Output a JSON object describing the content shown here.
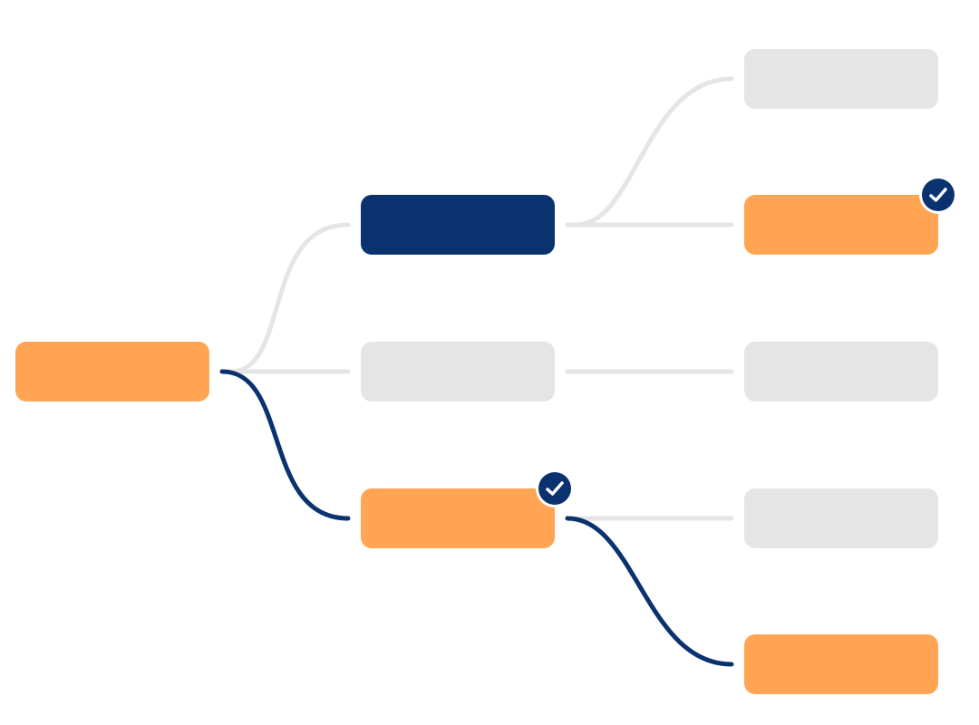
{
  "colors": {
    "orange": "#FFA553",
    "navy": "#0A326E",
    "gray": "#E5E5E5",
    "connector_gray": "#E5E5E5",
    "check_mark": "#FFFFFF"
  },
  "nodes": [
    {
      "id": "root",
      "level": 0,
      "row": 2,
      "state": "orange",
      "check": false
    },
    {
      "id": "l1-top",
      "level": 1,
      "row": 1,
      "state": "navy",
      "check": false
    },
    {
      "id": "l1-mid",
      "level": 1,
      "row": 2,
      "state": "gray",
      "check": false
    },
    {
      "id": "l1-low",
      "level": 1,
      "row": 3,
      "state": "orange",
      "check": true
    },
    {
      "id": "l2-row0",
      "level": 2,
      "row": 0,
      "state": "gray",
      "check": false
    },
    {
      "id": "l2-row1",
      "level": 2,
      "row": 1,
      "state": "orange",
      "check": true
    },
    {
      "id": "l2-row2",
      "level": 2,
      "row": 2,
      "state": "gray",
      "check": false
    },
    {
      "id": "l2-row3",
      "level": 2,
      "row": 3,
      "state": "gray",
      "check": false
    },
    {
      "id": "l2-row4",
      "level": 2,
      "row": 4,
      "state": "orange",
      "check": false
    }
  ],
  "edges": [
    {
      "from": "root",
      "to": "l1-top",
      "active": false
    },
    {
      "from": "root",
      "to": "l1-mid",
      "active": false
    },
    {
      "from": "l1-top",
      "to": "l2-row0",
      "active": false
    },
    {
      "from": "l1-top",
      "to": "l2-row1",
      "active": false
    },
    {
      "from": "l1-mid",
      "to": "l2-row2",
      "active": false
    },
    {
      "from": "l1-low",
      "to": "l2-row3",
      "active": false
    },
    {
      "from": "root",
      "to": "l1-low",
      "active": true
    },
    {
      "from": "l1-low",
      "to": "l2-row4",
      "active": true
    }
  ]
}
